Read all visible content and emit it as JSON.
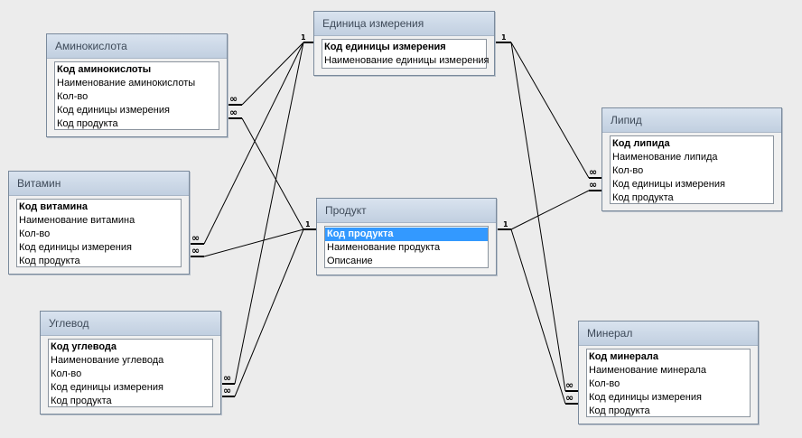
{
  "tables": [
    {
      "id": "amino",
      "title": "Аминокислота",
      "fields": [
        "Код аминокислоты",
        "Наименование аминокислоты",
        "Кол-во",
        "Код единицы измерения",
        "Код продукта"
      ]
    },
    {
      "id": "vitamin",
      "title": "Витамин",
      "fields": [
        "Код витамина",
        "Наименование витамина",
        "Кол-во",
        "Код единицы измерения",
        "Код продукта"
      ]
    },
    {
      "id": "uglevod",
      "title": "Углевод",
      "fields": [
        "Код углевода",
        "Наименование углевода",
        "Кол-во",
        "Код единицы измерения",
        "Код продукта"
      ]
    },
    {
      "id": "unit",
      "title": "Единица измерения",
      "fields": [
        "Код единицы измерения",
        "Наименование единицы измерения"
      ]
    },
    {
      "id": "product",
      "title": "Продукт",
      "fields": [
        "Код продукта",
        "Наименование продукта",
        "Описание"
      ]
    },
    {
      "id": "lipid",
      "title": "Липид",
      "fields": [
        "Код липида",
        "Наименование липида",
        "Кол-во",
        "Код единицы измерения",
        "Код продукта"
      ]
    },
    {
      "id": "mineral",
      "title": "Минерал",
      "fields": [
        "Код минерала",
        "Наименование минерала",
        "Кол-во",
        "Код единицы измерения",
        "Код продукта"
      ]
    }
  ],
  "relations": [
    {
      "one": "unit",
      "many": "amino",
      "one_label": "1",
      "many_label": "∞"
    },
    {
      "one": "product",
      "many": "amino",
      "one_label": "1",
      "many_label": "∞"
    },
    {
      "one": "unit",
      "many": "vitamin",
      "one_label": "1",
      "many_label": "∞"
    },
    {
      "one": "product",
      "many": "vitamin",
      "one_label": "1",
      "many_label": "∞"
    },
    {
      "one": "unit",
      "many": "uglevod",
      "one_label": "1",
      "many_label": "∞"
    },
    {
      "one": "product",
      "many": "uglevod",
      "one_label": "1",
      "many_label": "∞"
    },
    {
      "one": "unit",
      "many": "lipid",
      "one_label": "1",
      "many_label": "∞"
    },
    {
      "one": "product",
      "many": "lipid",
      "one_label": "1",
      "many_label": "∞"
    },
    {
      "one": "unit",
      "many": "mineral",
      "one_label": "1",
      "many_label": "∞"
    },
    {
      "one": "product",
      "many": "mineral",
      "one_label": "1",
      "many_label": "∞"
    }
  ]
}
